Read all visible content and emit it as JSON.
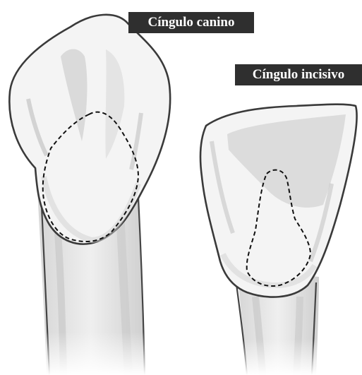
{
  "labels": {
    "canine_cingulum": "Cíngulo canino",
    "incisor_cingulum": "Cíngulo incisivo"
  },
  "colors": {
    "outline": "#3a3a3a",
    "shade": "#bdbdbd",
    "label_background": "#2f2f2f",
    "label_text": "#ffffff"
  },
  "icons": {
    "canine_tooth": "canine-tooth-drawing",
    "incisor_tooth": "incisor-tooth-drawing"
  }
}
